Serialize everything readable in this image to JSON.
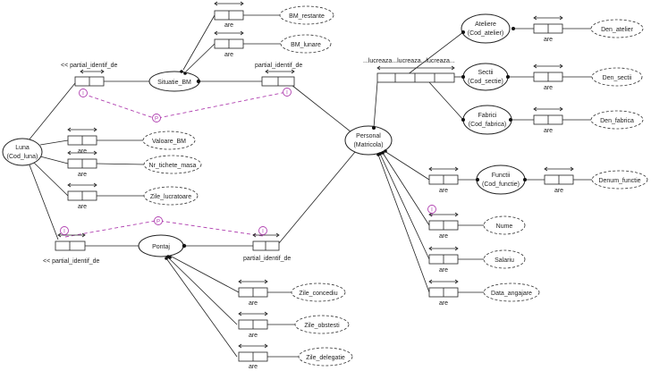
{
  "entities": {
    "luna": {
      "name": "Luna",
      "key": "(Cod_luna)"
    },
    "situatie": {
      "name": "Situatie_BM"
    },
    "pontaj": {
      "name": "Pontaj"
    },
    "personal": {
      "name": "Personal",
      "key": "(Matricola)"
    },
    "ateliere": {
      "name": "Ateliere",
      "key": "(Cod_atelier)"
    },
    "sectii": {
      "name": "Sectii",
      "key": "(Cod_sectie)"
    },
    "fabrici": {
      "name": "Fabrici",
      "key": "(Cod_fabrica)"
    },
    "functii": {
      "name": "Functii",
      "key": "(Cod_functie)"
    }
  },
  "attributes": {
    "bm_restante": "BM_restante",
    "bm_lunare": "BM_lunare",
    "valoare_bm": "Valoare_BM",
    "nr_tichete": "Nr_tichete_masa",
    "zile_lucratoare": "Zile_lucratoare",
    "zile_concediu": "Zile_concediu",
    "zile_obstesti": "Zile_obstesti",
    "zile_delegatie": "Zile_delegatie",
    "den_atelier": "Den_atelier",
    "den_sectii": "Den_sectii",
    "den_fabrica": "Den_fabrica",
    "denum_functie": "Denum_functie",
    "nume": "Nume",
    "salariu": "Salariu",
    "data_angajare": "Data_angajare"
  },
  "labels": {
    "are": "are",
    "partial_left_top": "<< partial_identif_de",
    "partial_right_top": "partial_identif_de",
    "partial_left_bottom": "<< partial_identif_de",
    "partial_right_bottom": "partial_identif_de",
    "lucreaza": "...lucreaza...lucreaza...lucreaza...",
    "marker_i": "I",
    "marker_p": "P"
  }
}
